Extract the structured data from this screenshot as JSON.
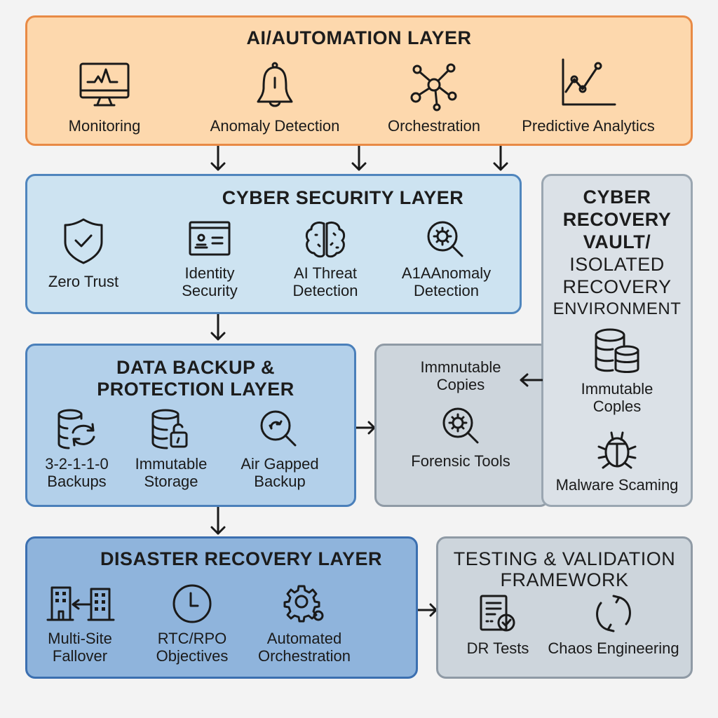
{
  "diagram": {
    "ai_layer": {
      "title": "AI/AUTOMATION LAYER",
      "color": "#fdd8ad",
      "border": "#e88a45",
      "items": [
        {
          "label": "Monitoring",
          "icon": "monitor-pulse-icon"
        },
        {
          "label": "Anomaly Detection",
          "icon": "bell-icon"
        },
        {
          "label": "Orchestration",
          "icon": "network-nodes-icon"
        },
        {
          "label": "Predictive Analytics",
          "icon": "line-chart-icon"
        }
      ]
    },
    "cyber_layer": {
      "title": "CYBER SECURITY LAYER",
      "color": "#cde3f1",
      "items": [
        {
          "label": "Zero Trust",
          "icon": "shield-check-icon"
        },
        {
          "label_line1": "Identity",
          "label_line2": "Security",
          "icon": "id-card-icon"
        },
        {
          "label_line1": "AI Threat",
          "label_line2": "Detection",
          "icon": "brain-icon"
        },
        {
          "label_line1": "A1AAnomaly",
          "label_line2": "Detection",
          "icon": "magnifier-gear-icon"
        }
      ]
    },
    "vault": {
      "title_lines": [
        "CYBER",
        "RECOVERY",
        "VAULT/",
        "ISOLATED",
        "RECOVERY",
        "ENVIRONMENT"
      ],
      "color": "#dbe1e7",
      "items": [
        {
          "label_line1": "Immutable",
          "label_line2": "Coples",
          "icon": "database-stack-icon"
        },
        {
          "label": "Malware Scaming",
          "icon": "bug-icon"
        }
      ]
    },
    "forensic_panel": {
      "items": [
        {
          "label_line1": "Immnutable",
          "label_line2": "Copies"
        },
        {
          "label": "Forensic Tools",
          "icon": "magnifier-gear-icon"
        }
      ]
    },
    "backup_layer": {
      "title_line1": "DATA BACKUP &",
      "title_line2": "PROTECTION LAYER",
      "color": "#b3d0ea",
      "items": [
        {
          "label_line1": "3-2-1-1-0",
          "label_line2": "Backups",
          "icon": "database-sync-icon"
        },
        {
          "label_line1": "Immutable",
          "label_line2": "Storage",
          "icon": "database-lock-icon"
        },
        {
          "label_line1": "Air Gapped",
          "label_line2": "Backup",
          "icon": "magnifier-refresh-icon"
        }
      ]
    },
    "dr_layer": {
      "title": "DISASTER RECOVERY LAYER",
      "color": "#8fb4dc",
      "items": [
        {
          "label_line1": "Multi-Site",
          "label_line2": "Fallover",
          "icon": "buildings-failover-icon"
        },
        {
          "label_line1": "RTC/RPO",
          "label_line2": "Objectives",
          "icon": "clock-icon"
        },
        {
          "label_line1": "Automated",
          "label_line2": "Orchestration",
          "icon": "gears-icon"
        }
      ]
    },
    "testing": {
      "title_line1": "TESTING & VALIDATION",
      "title_line2": "FRAMEWORK",
      "color": "#cdd5dc",
      "items": [
        {
          "label": "DR Tests",
          "icon": "document-check-icon"
        },
        {
          "label": "Chaos Engineering",
          "icon": "cycle-arrows-icon"
        }
      ]
    },
    "connections": [
      {
        "from": "ai_layer",
        "to": "cyber_layer",
        "count": 3,
        "direction": "down"
      },
      {
        "from": "cyber_layer",
        "to": "backup_layer",
        "direction": "down"
      },
      {
        "from": "backup_layer",
        "to": "dr_layer",
        "direction": "down"
      },
      {
        "from": "backup_layer",
        "to": "forensic_panel",
        "direction": "right"
      },
      {
        "from": "vault",
        "to": "forensic_panel",
        "direction": "left"
      },
      {
        "from": "dr_layer",
        "to": "testing",
        "direction": "right"
      }
    ]
  }
}
